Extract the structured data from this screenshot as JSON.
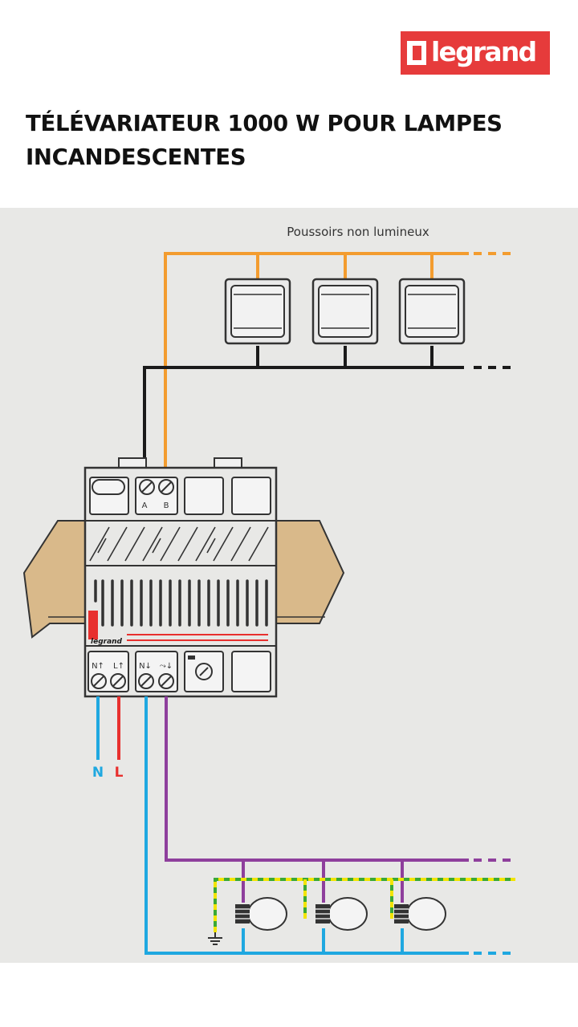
{
  "brand": {
    "name": "legrand",
    "color": "#e63b3b"
  },
  "title": "TÉLÉVARIATEUR 1000 W POUR LAMPES INCANDESCENTES",
  "diagram": {
    "pushbuttons_label": "Poussoirs non lumineux",
    "terminal_a": "A",
    "terminal_b": "B",
    "device_brand": "legrand",
    "term_n_in": "N↑",
    "term_l_in": "L↑",
    "term_n_out": "N↓",
    "term_dim_out": "⤳↓",
    "wire_n": "N",
    "wire_l": "L",
    "colors": {
      "neutral": "#1fa8e0",
      "line": "#e8302e",
      "control": "#f39c2f",
      "common": "#1a1a1a",
      "load": "#8e3f9c",
      "earth_yellow": "#f2e400",
      "earth_green": "#3aa935",
      "rail": "#d9b98a"
    }
  }
}
